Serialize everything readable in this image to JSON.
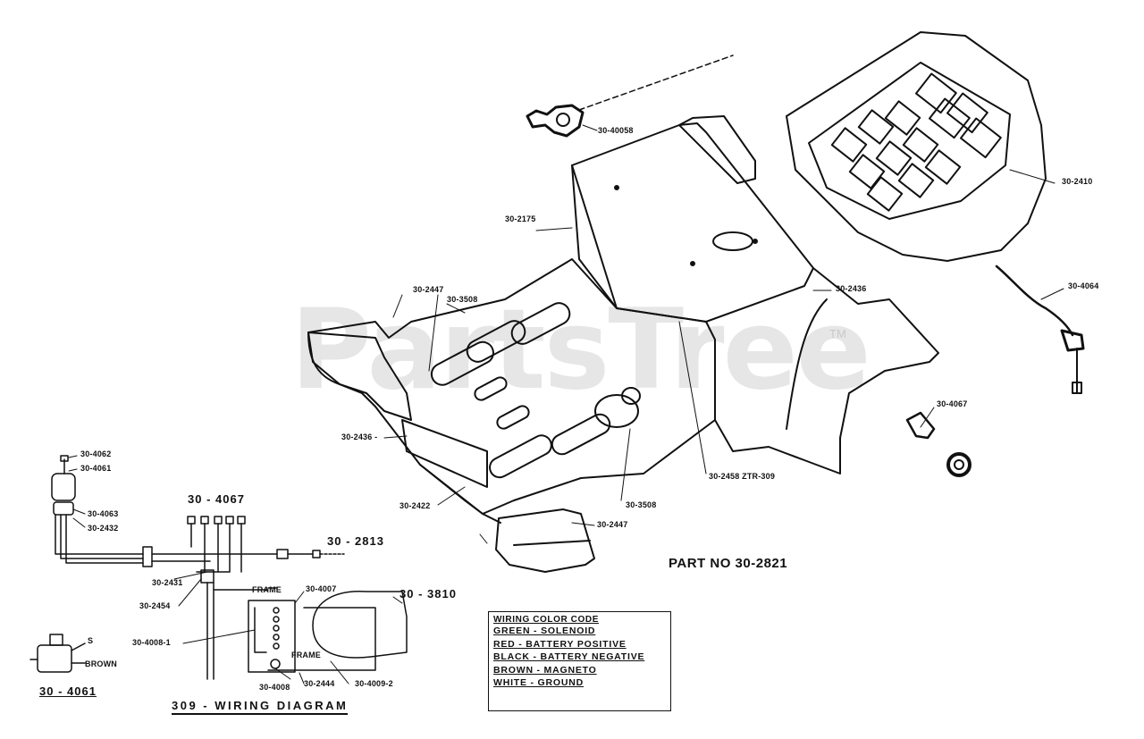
{
  "watermark": {
    "text": "PartsTree",
    "tm": "TM"
  },
  "part_number": "PART NO 30-2821",
  "diagram_caption": "309 - WIRING DIAGRAM",
  "wiring_color_code": {
    "title": "WIRING COLOR CODE",
    "rows": [
      "GREEN - SOLENOID",
      "RED  - BATTERY POSITIVE",
      "BLACK - BATTERY NEGATIVE",
      "BROWN - MAGNETO",
      "WHITE - GROUND"
    ]
  },
  "callouts": {
    "c_40058": "30-40058",
    "c_2175": "30-2175",
    "c_2410": "30-2410",
    "c_2436_right": "30-2436",
    "c_4064": "30-4064",
    "c_2447_top": "30-2447",
    "c_3508_top": "30-3508",
    "c_2436_left": "30-2436 -",
    "c_4067_right": "30-4067",
    "c_2458": "30-2458  ZTR-309",
    "c_3508_bot": "30-3508",
    "c_2422": "30-2422",
    "c_2447_bot": "30-2447",
    "c_4062": "30-4062",
    "c_4061": "30-4061",
    "c_4063": "30-4063",
    "c_2432": "30-2432",
    "c_4067_wiring": "30 - 4067",
    "c_2813": "30 - 2813",
    "c_2431": "30-2431",
    "c_2454": "30-2454",
    "c_frame1": "FRAME",
    "c_4007": "30-4007",
    "c_3810": "30 - 3810",
    "c_4008_1": "30-4008-1",
    "c_frame2": "FRAME",
    "c_4008": "30-4008",
    "c_2444": "30-2444",
    "c_4009_2": "30-4009-2",
    "c_4061_bottom": "30 - 4061",
    "c_s": "S",
    "c_brown": "BROWN"
  }
}
